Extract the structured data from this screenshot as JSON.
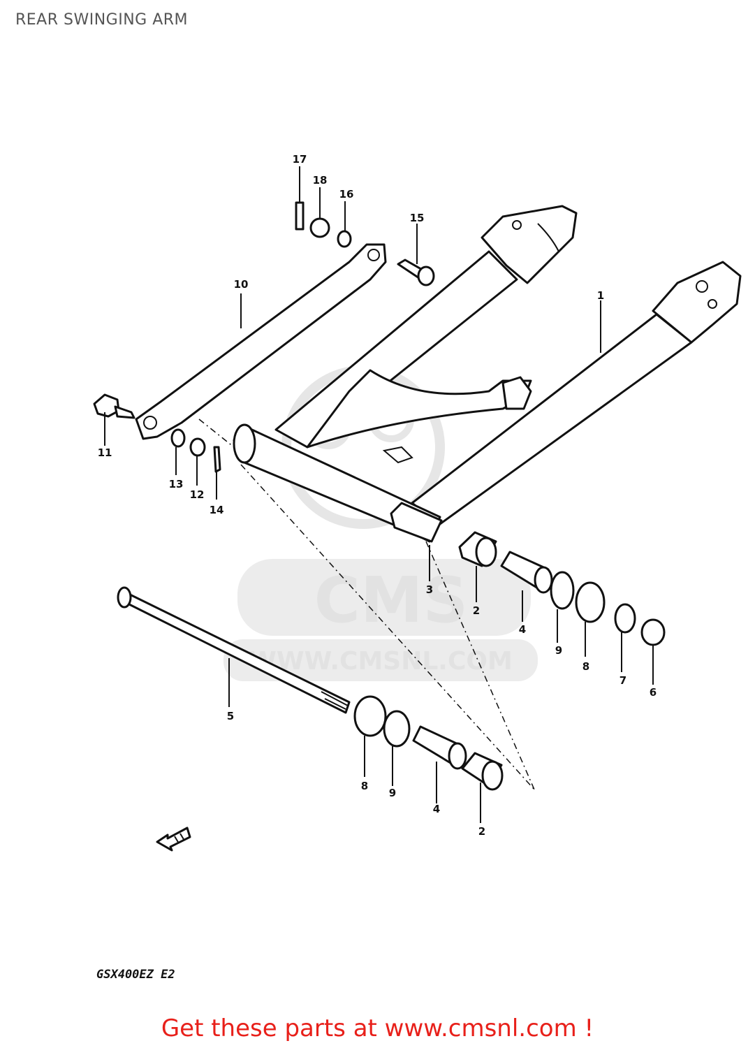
{
  "header": {
    "title": "REAR SWINGING ARM"
  },
  "watermark": {
    "url_text": "WWW.CMSNL.COM",
    "logo_text": "CMS"
  },
  "model_code": "GSX400EZ E2",
  "footer": {
    "cta_text": "Get these parts at www.cmsnl.com !"
  },
  "colors": {
    "cta": "#e8201a",
    "title": "#555555",
    "ink": "#111111",
    "watermark": "#e2e2e2"
  },
  "part_labels": {
    "p1": "1",
    "p2a": "2",
    "p2b": "2",
    "p3": "3",
    "p4a": "4",
    "p4b": "4",
    "p5": "5",
    "p6": "6",
    "p7": "7",
    "p8a": "8",
    "p8b": "8",
    "p9a": "9",
    "p9b": "9",
    "p10": "10",
    "p11": "11",
    "p12": "12",
    "p13": "13",
    "p14": "14",
    "p15": "15",
    "p16": "16",
    "p17": "17",
    "p18": "18"
  }
}
